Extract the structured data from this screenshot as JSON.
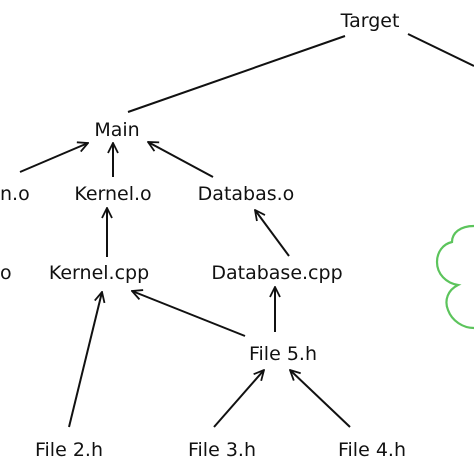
{
  "nodes": {
    "target": "Target",
    "main": "Main",
    "main_o": "n.o",
    "kernel_o": "Kernel.o",
    "databas_o": "Databas.o",
    "main_cpp": "o",
    "kernel_cpp": "Kernel.cpp",
    "database_cpp": "Database.cpp",
    "file5_h": "File 5.h",
    "file2_h": "File 2.h",
    "file3_h": "File 3.h",
    "file4_h": "File 4.h"
  },
  "colors": {
    "line": "#111111",
    "cloud": "#5cc45c"
  }
}
